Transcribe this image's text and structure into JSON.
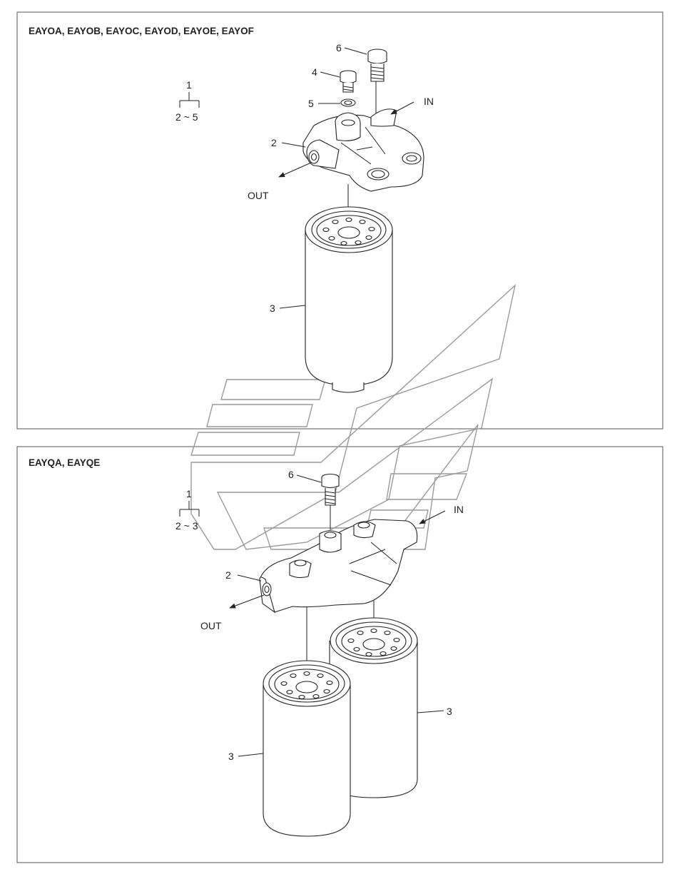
{
  "panels": [
    {
      "title": "EAYOA, EAYOB, EAYOC, EAYOD, EAYOE, EAYOF",
      "assembly": {
        "top": "1",
        "bottom": "2 ~ 5"
      },
      "callouts": {
        "bolt_long": "6",
        "bolt_short": "4",
        "washer": "5",
        "head": "2",
        "filter": "3"
      },
      "flow": {
        "in": "IN",
        "out": "OUT"
      }
    },
    {
      "title": "EAYQA, EAYQE",
      "assembly": {
        "top": "1",
        "bottom": "2 ~ 3"
      },
      "callouts": {
        "bolt": "6",
        "head": "2",
        "filter_right": "3",
        "filter_left": "3"
      },
      "flow": {
        "in": "IN",
        "out": "OUT"
      }
    }
  ],
  "colors": {
    "line": "#222222",
    "frame": "#555555",
    "watermark": "#9a9a9a"
  }
}
